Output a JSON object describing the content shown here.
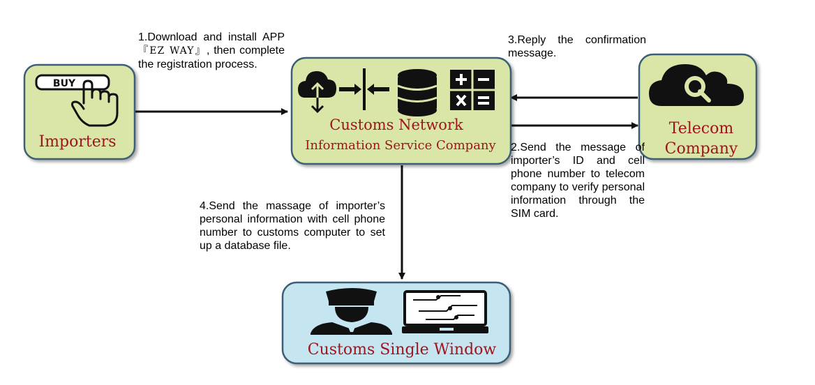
{
  "nodes": {
    "importers": {
      "label": "Importers",
      "button_text": "BUY"
    },
    "customs_network": {
      "label_line1": "Customs Network",
      "label_line2": "Information Service Company"
    },
    "telecom": {
      "label_line1": "Telecom",
      "label_line2": "Company"
    },
    "single_window": {
      "label": "Customs Single Window"
    }
  },
  "steps": {
    "step1": {
      "prefix": "1.Download and install APP ",
      "app_name": "『EZ WAY』",
      "suffix": ", then complete the registration process."
    },
    "step2": {
      "text": "2.Send the message of importer’s ID and cell phone number to telecom company to verify personal information through the SIM card."
    },
    "step3": {
      "text": "3.Reply the confirmation message."
    },
    "step4": {
      "text": "4.Send the massage of importer’s personal information with cell phone number to customs computer to set up a database file."
    }
  },
  "icons": [
    "buy-hand-icon",
    "cloud-upload-icon",
    "merge-arrows-icon",
    "database-icon",
    "calculator-icon",
    "cloud-search-icon",
    "customs-officer-icon",
    "computer-circuit-icon"
  ],
  "colors": {
    "node_fill_green": "#d9e6a8",
    "node_fill_blue": "#c5e5f0",
    "node_border": "#3b5f75",
    "label_red": "#a0141e",
    "arrow": "#111111"
  }
}
